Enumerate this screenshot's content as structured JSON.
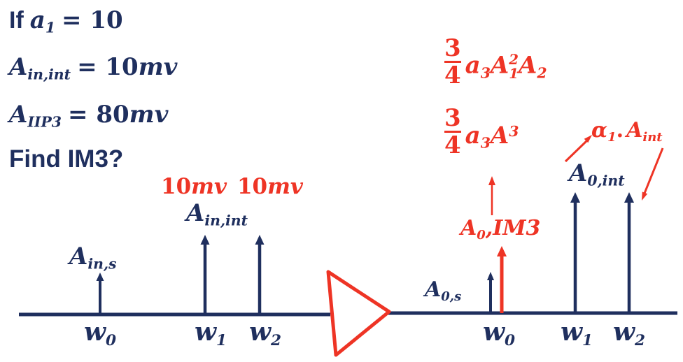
{
  "colors": {
    "navy": "#1f2f5e",
    "red": "#ee3425"
  },
  "problem": {
    "line1": {
      "if": "If",
      "var": "a",
      "var_sub": "1",
      "eq": "= 10"
    },
    "line2": {
      "var": "A",
      "var_sub": "in,int",
      "eq": "= 10",
      "unit": "mv"
    },
    "line3": {
      "var": "A",
      "var_sub": "IIP3",
      "eq": "= 80",
      "unit": "mv"
    },
    "line4": {
      "text": "Find IM3?"
    }
  },
  "formulas": {
    "im3_product": {
      "num": "3",
      "den": "4",
      "coef": "a",
      "coef_sub": "3",
      "term1": "A",
      "term1_sup": "2",
      "term1_sub": "1",
      "term2": "A",
      "term2_sub": "2"
    },
    "im3_cube": {
      "num": "3",
      "den": "4",
      "coef": "a",
      "coef_sub": "3",
      "term": "A",
      "term_sup": "3"
    }
  },
  "input_spectrum": {
    "tones": [
      {
        "value": "10",
        "unit": "mv"
      },
      {
        "value": "10",
        "unit": "mv"
      }
    ],
    "intermod_label": {
      "base": "A",
      "sub": "in,int"
    },
    "signal_label": {
      "base": "A",
      "sub": "in,s"
    },
    "axis": [
      {
        "base": "w",
        "sub": "0"
      },
      {
        "base": "w",
        "sub": "1"
      },
      {
        "base": "w",
        "sub": "2"
      }
    ]
  },
  "output_spectrum": {
    "im3_label": {
      "base": "A",
      "sub": "0",
      "rest": ",IM3"
    },
    "signal_label": {
      "base": "A",
      "sub": "0,s"
    },
    "intermod_label": {
      "base": "A",
      "sub": "0,int"
    },
    "gain_label": {
      "alpha": "α",
      "alpha_sub": "1",
      "dot": ".",
      "base": "A",
      "sub": "int"
    },
    "axis": [
      {
        "base": "w",
        "sub": "0"
      },
      {
        "base": "w",
        "sub": "1"
      },
      {
        "base": "w",
        "sub": "2"
      }
    ]
  }
}
